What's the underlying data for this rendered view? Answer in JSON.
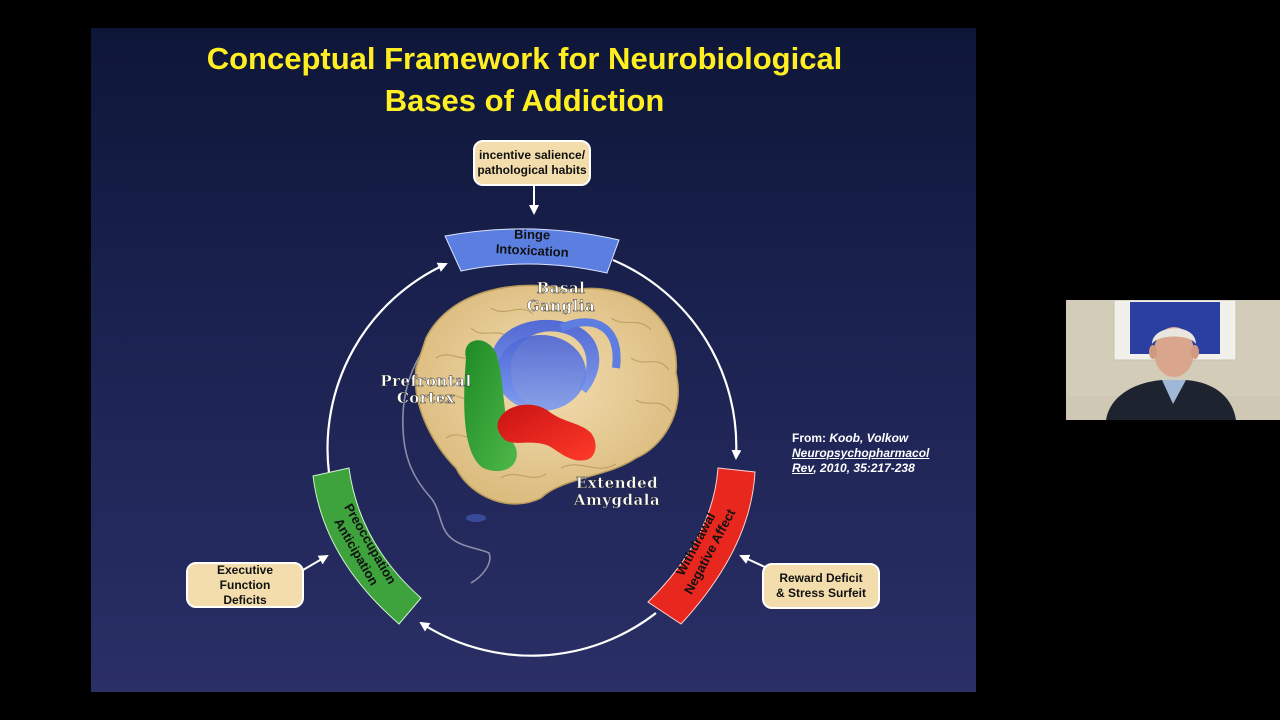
{
  "slide": {
    "title_line1": "Conceptual Framework for Neurobiological",
    "title_line2": "Bases of Addiction"
  },
  "stages": {
    "binge": {
      "line1": "Binge",
      "line2": "Intoxication",
      "color": "#5b7fe0"
    },
    "withdrawal": {
      "line1": "Withdrawal",
      "line2": "Negative Affect",
      "color": "#e8271f"
    },
    "preoccupation": {
      "line1": "Preoccupation",
      "line2": "Anticipation",
      "color": "#3ea33c"
    }
  },
  "boxes": {
    "incentive": {
      "line1": "incentive salience/",
      "line2": "pathological habits"
    },
    "executive": {
      "line1": "Executive",
      "line2": "Function",
      "line3": "Deficits"
    },
    "reward": {
      "line1": "Reward Deficit",
      "line2": "& Stress Surfeit"
    }
  },
  "brain_labels": {
    "basal_l1": "Basal",
    "basal_l2": "Ganglia",
    "prefrontal_l1": "Prefrontal",
    "prefrontal_l2": "Cortex",
    "extended_l1": "Extended",
    "extended_l2": "Amygdala"
  },
  "citation": {
    "from": "From:  ",
    "authors": "Koob, Volkow",
    "journal_l1": "Neuropsychopharmacol",
    "journal_l2": "Rev",
    "rest": ", 2010, 35:217-238"
  },
  "colors": {
    "title": "#ffef22",
    "background": "#1b2250",
    "box_fill": "#f3ddac",
    "brain": "#e8cf93"
  },
  "icons": [
    "arrow-icon",
    "brain-illustration",
    "face-profile"
  ]
}
